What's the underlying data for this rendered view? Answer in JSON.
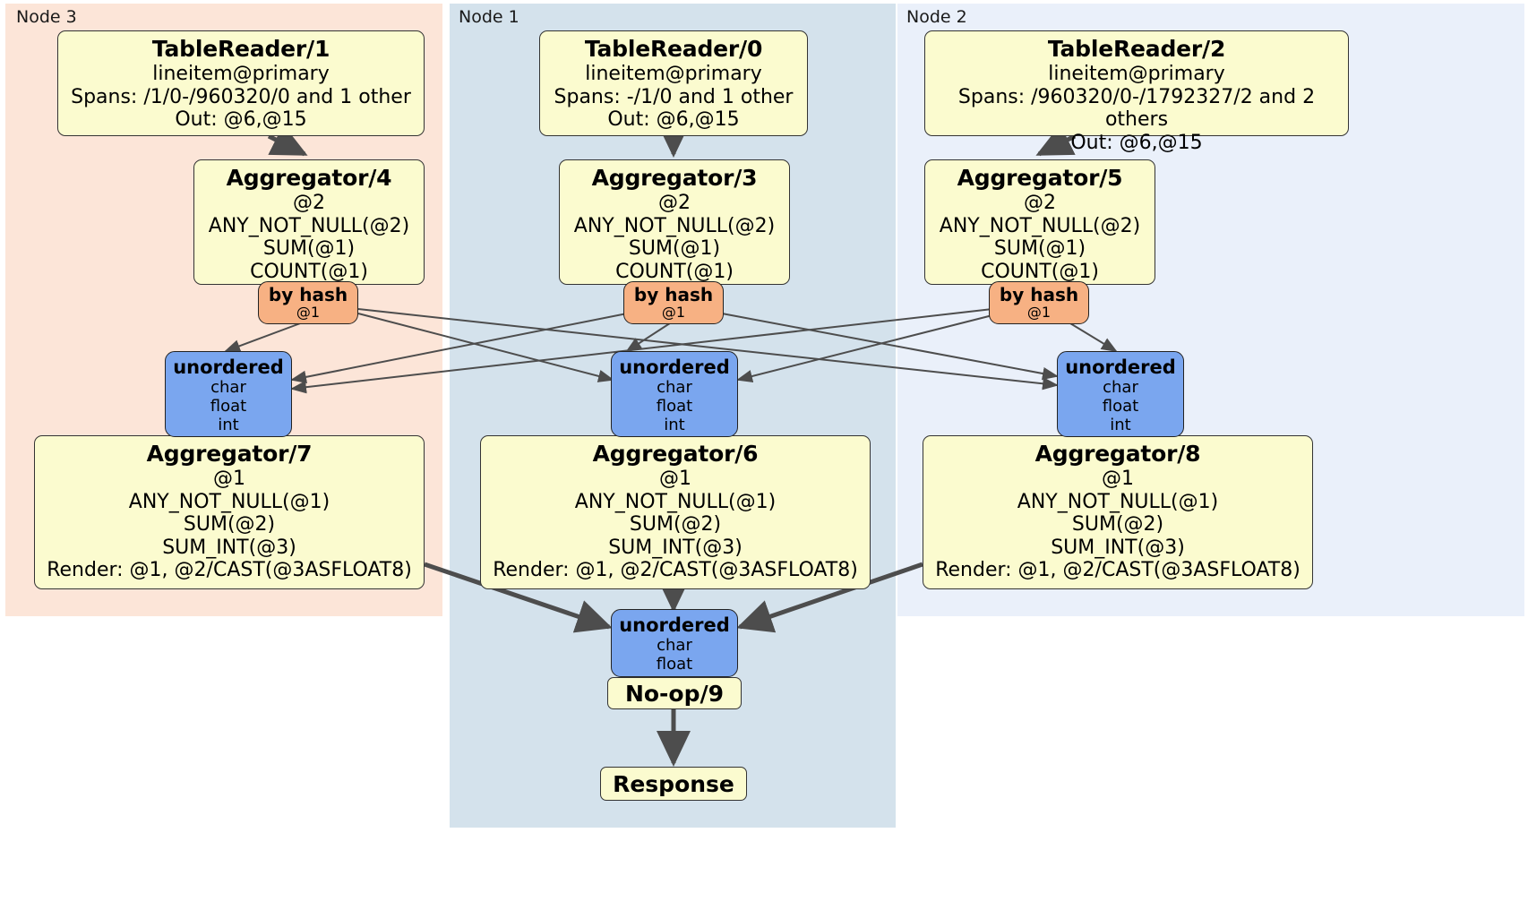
{
  "diagram": {
    "type": "distributed-query-plan",
    "colors": {
      "node3_bg": "#fce5d8",
      "node1_bg": "#d4e2ec",
      "node2_bg": "#eaf0fa",
      "processor_fill": "#fbfbcf",
      "router_fill": "#f7b183",
      "synchronizer_fill": "#7aa6ef",
      "edge_stroke": "#4d4d4d",
      "border": "#333333"
    }
  },
  "clusters": [
    {
      "id": "node3",
      "label": "Node 3"
    },
    {
      "id": "node1",
      "label": "Node 1"
    },
    {
      "id": "node2",
      "label": "Node 2"
    }
  ],
  "processors": {
    "table_reader_1": {
      "title": "TableReader/1",
      "lines": [
        "lineitem@primary",
        "Spans: /1/0-/960320/0 and 1 other",
        "Out: @6,@15"
      ]
    },
    "table_reader_0": {
      "title": "TableReader/0",
      "lines": [
        "lineitem@primary",
        "Spans: -/1/0 and 1 other",
        "Out: @6,@15"
      ]
    },
    "table_reader_2": {
      "title": "TableReader/2",
      "lines": [
        "lineitem@primary",
        "Spans: /960320/0-/1792327/2 and 2 others",
        "Out: @6,@15"
      ]
    },
    "aggregator_4": {
      "title": "Aggregator/4",
      "lines": [
        "@2",
        "ANY_NOT_NULL(@2)",
        "SUM(@1)",
        "COUNT(@1)"
      ]
    },
    "aggregator_3": {
      "title": "Aggregator/3",
      "lines": [
        "@2",
        "ANY_NOT_NULL(@2)",
        "SUM(@1)",
        "COUNT(@1)"
      ]
    },
    "aggregator_5": {
      "title": "Aggregator/5",
      "lines": [
        "@2",
        "ANY_NOT_NULL(@2)",
        "SUM(@1)",
        "COUNT(@1)"
      ]
    },
    "aggregator_7": {
      "title": "Aggregator/7",
      "lines": [
        "@1",
        "ANY_NOT_NULL(@1)",
        "SUM(@2)",
        "SUM_INT(@3)",
        "Render: @1, @2/CAST(@3ASFLOAT8)"
      ]
    },
    "aggregator_6": {
      "title": "Aggregator/6",
      "lines": [
        "@1",
        "ANY_NOT_NULL(@1)",
        "SUM(@2)",
        "SUM_INT(@3)",
        "Render: @1, @2/CAST(@3ASFLOAT8)"
      ]
    },
    "aggregator_8": {
      "title": "Aggregator/8",
      "lines": [
        "@1",
        "ANY_NOT_NULL(@1)",
        "SUM(@2)",
        "SUM_INT(@3)",
        "Render: @1, @2/CAST(@3ASFLOAT8)"
      ]
    },
    "noop_9": {
      "title": "No-op/9"
    },
    "response": {
      "title": "Response"
    }
  },
  "routers": {
    "by_hash_left": {
      "title": "by hash",
      "lines": [
        "@1"
      ]
    },
    "by_hash_center": {
      "title": "by hash",
      "lines": [
        "@1"
      ]
    },
    "by_hash_right": {
      "title": "by hash",
      "lines": [
        "@1"
      ]
    }
  },
  "synchronizers": {
    "unordered_left": {
      "title": "unordered",
      "lines": [
        "char",
        "float",
        "int"
      ]
    },
    "unordered_center": {
      "title": "unordered",
      "lines": [
        "char",
        "float",
        "int"
      ]
    },
    "unordered_right": {
      "title": "unordered",
      "lines": [
        "char",
        "float",
        "int"
      ]
    },
    "unordered_final": {
      "title": "unordered",
      "lines": [
        "char",
        "float"
      ]
    }
  }
}
